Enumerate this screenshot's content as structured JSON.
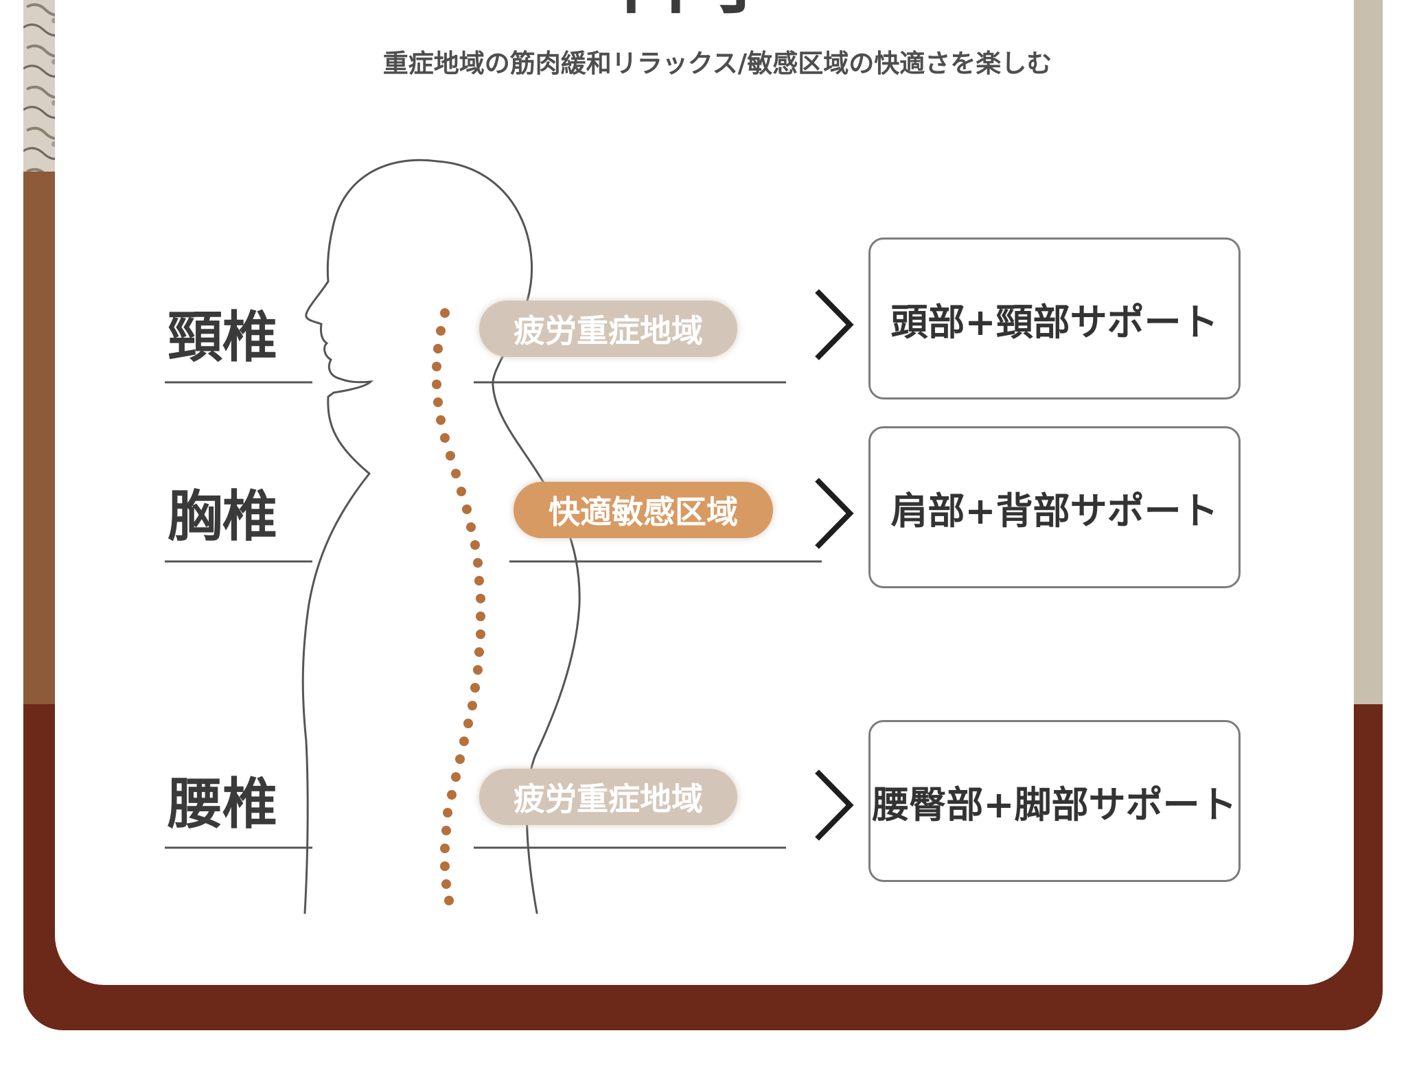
{
  "title_partial": "科学",
  "subtitle": "重症地域の筋肉緩和リラックス/敏感区域の快適さを楽しむ",
  "zones": [
    {
      "label": "頸椎",
      "pill_text": "疲労重症地域",
      "pill_kind": "fatigue",
      "support": "頭部+頸部サポート"
    },
    {
      "label": "胸椎",
      "pill_text": "快適敏感区域",
      "pill_kind": "sensitive",
      "support": "肩部+背部サポート"
    },
    {
      "label": "腰椎",
      "pill_text": "疲労重症地域",
      "pill_kind": "fatigue",
      "support": "腰臀部+脚部サポート"
    }
  ],
  "icons": [
    "chevron-right-icon",
    "human-silhouette",
    "spine-dots"
  ],
  "colors": {
    "card": "#ffffff",
    "brown_band": "#6c2818",
    "fatigue_pill": "#d3c6b8",
    "sensitive_pill": "#d89a63",
    "spine_dot": "#b5703c",
    "text_dark": "#3a3a3a"
  }
}
